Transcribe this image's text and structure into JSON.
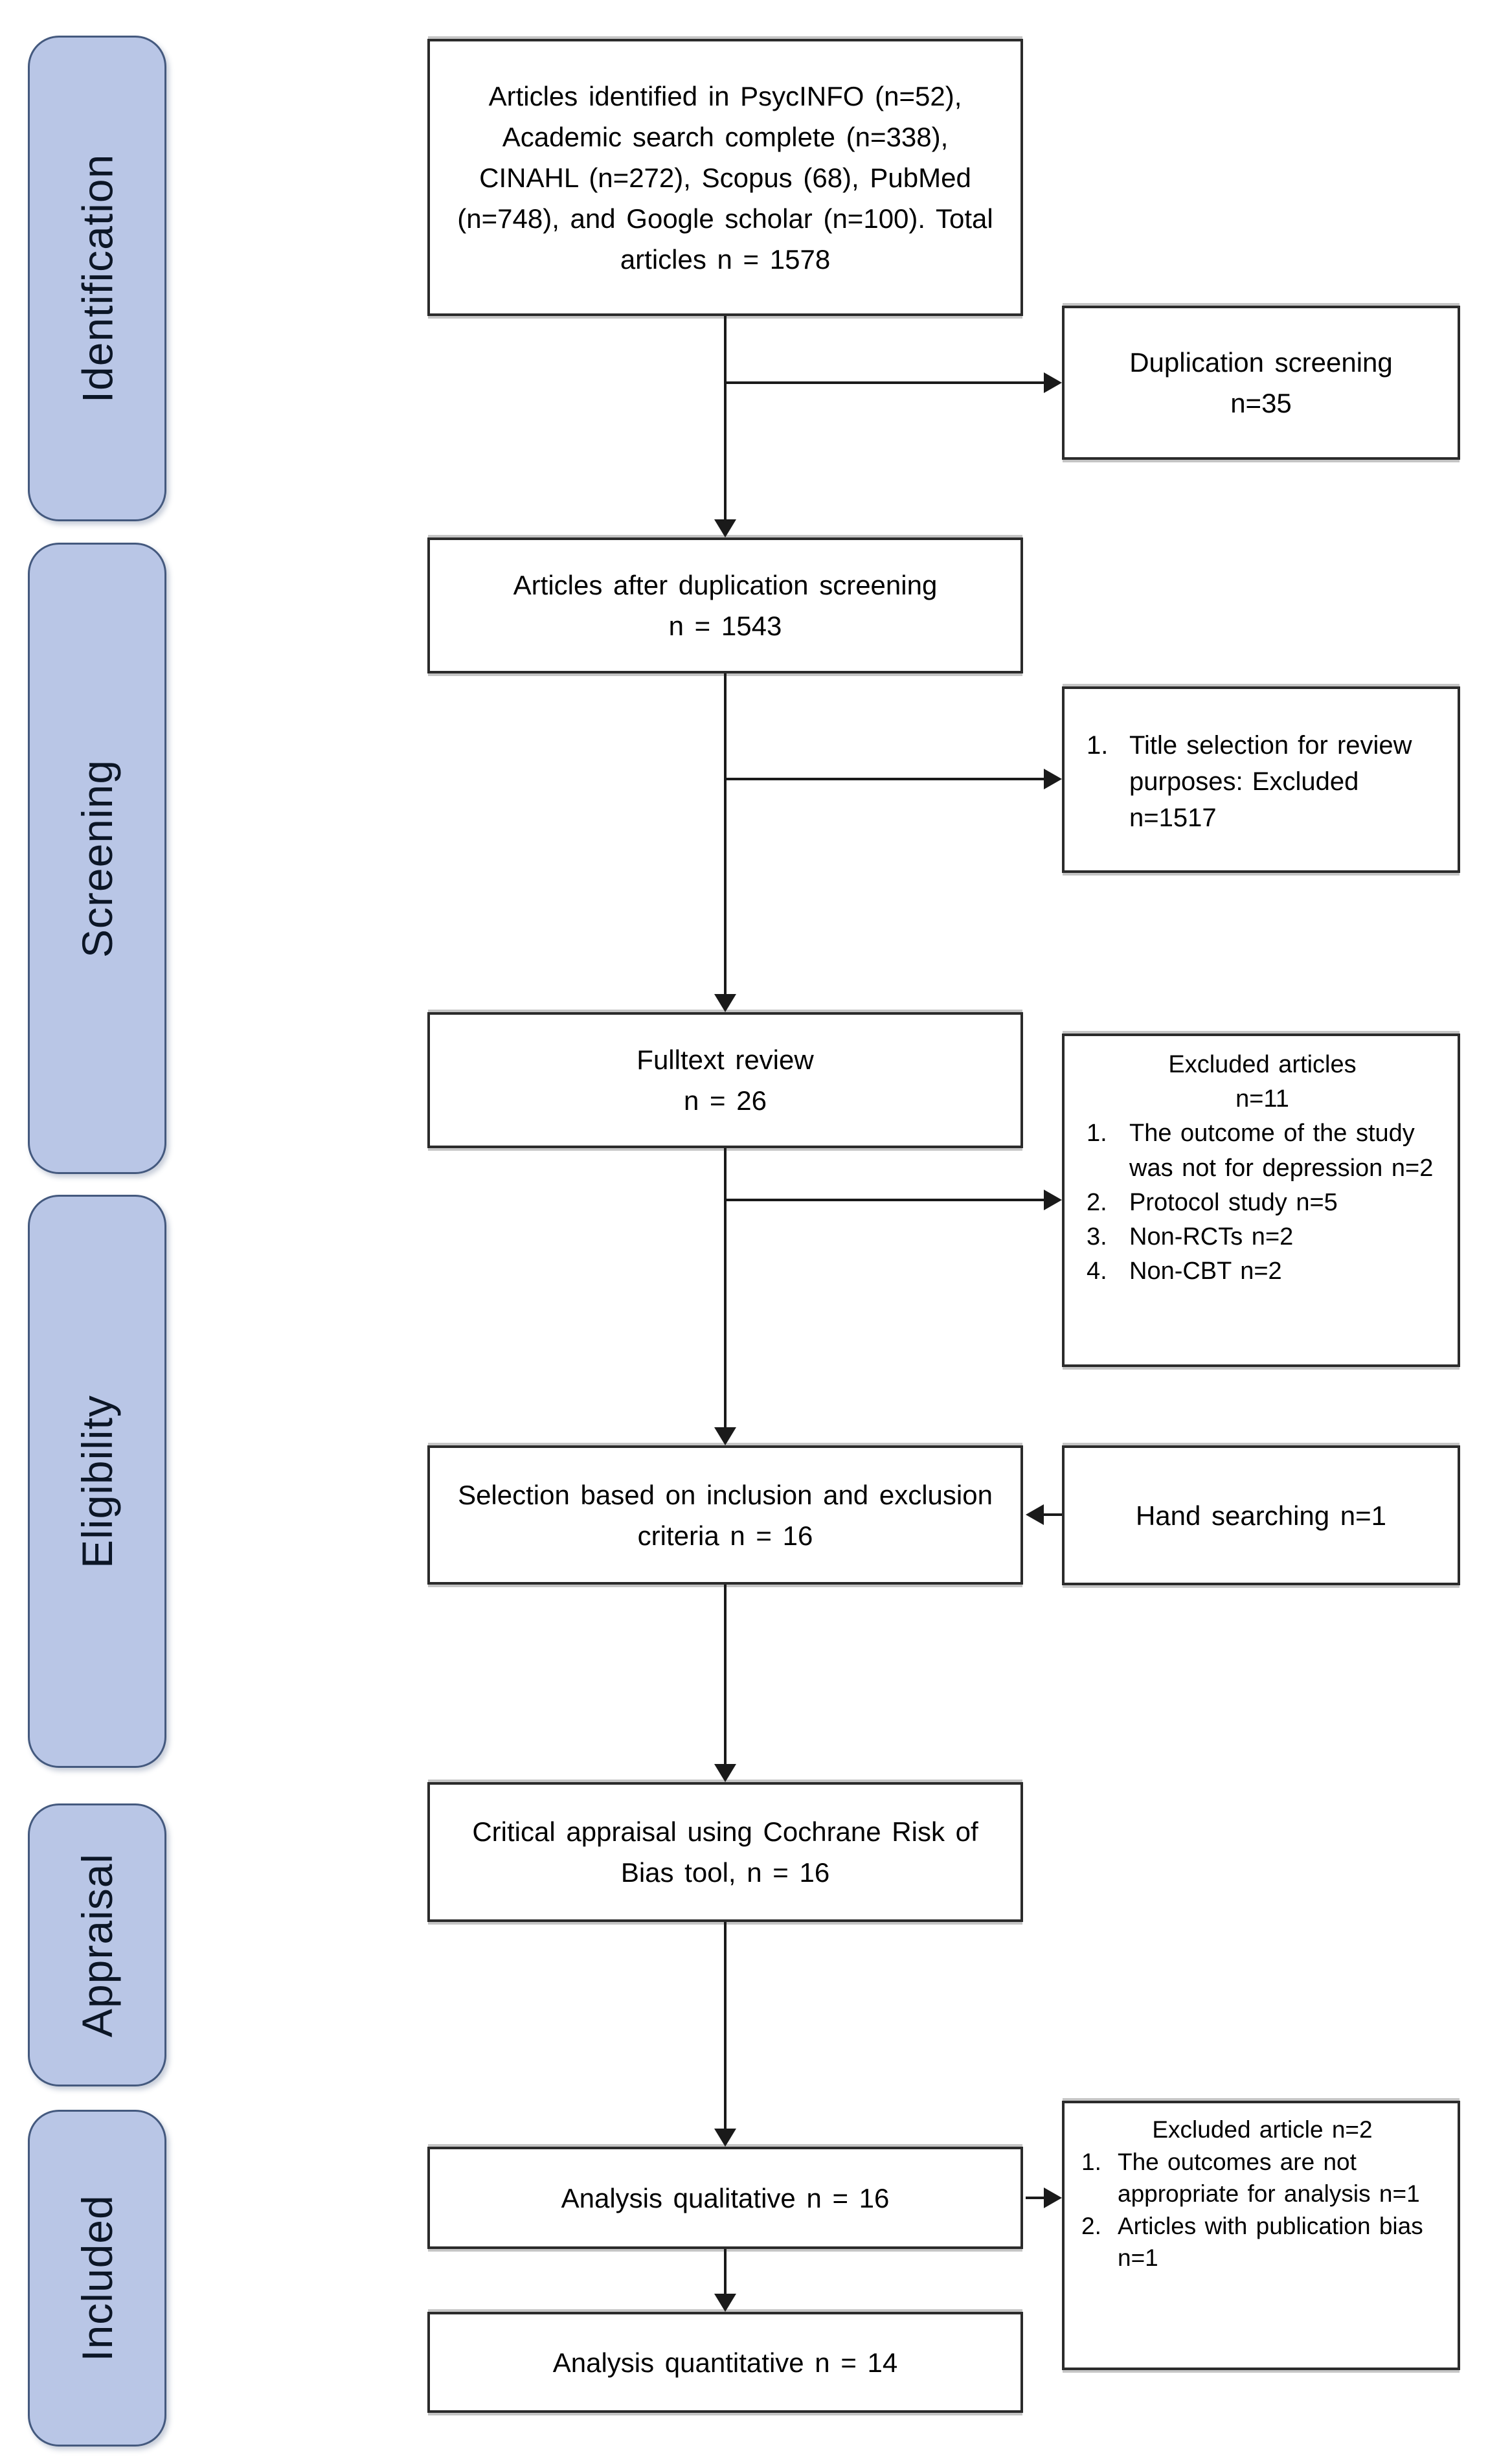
{
  "palette": {
    "page_bg": "#ffffff",
    "sidebar_fill": "#b9c6e6",
    "sidebar_border": "#44597e",
    "sidebar_text": "#0c1626",
    "box_fill": "#ffffff",
    "box_border": "#2b2b2b",
    "arrow": "#1a1a1a"
  },
  "sidebar": {
    "stages": [
      {
        "label": "Identification"
      },
      {
        "label": "Screening"
      },
      {
        "label": "Eligibility"
      },
      {
        "label": "Appraisal"
      },
      {
        "label": "Included"
      }
    ]
  },
  "flow": {
    "identified": {
      "text": "Articles identified in PsycINFO (n=52), Academic search complete (n=338), CINAHL (n=272), Scopus (68), PubMed (n=748), and Google scholar (n=100). Total articles n = 1578"
    },
    "after_duplication": {
      "line1": "Articles after duplication screening",
      "line2": "n = 1543"
    },
    "fulltext": {
      "line1": "Fulltext review",
      "line2": "n = 26"
    },
    "selection": {
      "text": "Selection based on inclusion and exclusion criteria n = 16"
    },
    "appraisal": {
      "text": "Critical appraisal using Cochrane Risk of Bias tool, n = 16"
    },
    "qualitative": {
      "text": "Analysis qualitative n = 16"
    },
    "quantitative": {
      "text": "Analysis quantitative n = 14"
    }
  },
  "side": {
    "duplication": {
      "line1": "Duplication screening",
      "line2": "n=35"
    },
    "title_selection": {
      "items": [
        {
          "num": "1.",
          "text": "Title selection for review purposes: Excluded n=1517"
        }
      ]
    },
    "excluded_fulltext": {
      "title": "Excluded articles",
      "subtitle": "n=11",
      "items": [
        {
          "num": "1.",
          "text": "The outcome of the study was not for depression n=2"
        },
        {
          "num": "2.",
          "text": "Protocol study n=5"
        },
        {
          "num": "3.",
          "text": "Non-RCTs n=2"
        },
        {
          "num": "4.",
          "text": "Non-CBT n=2"
        }
      ]
    },
    "hand_searching": {
      "text": "Hand searching n=1"
    },
    "excluded_analysis": {
      "title": "Excluded article n=2",
      "items": [
        {
          "num": "1.",
          "text": "The outcomes are not appropriate for analysis n=1"
        },
        {
          "num": "2.",
          "text": "Articles with publication bias n=1"
        }
      ]
    }
  }
}
